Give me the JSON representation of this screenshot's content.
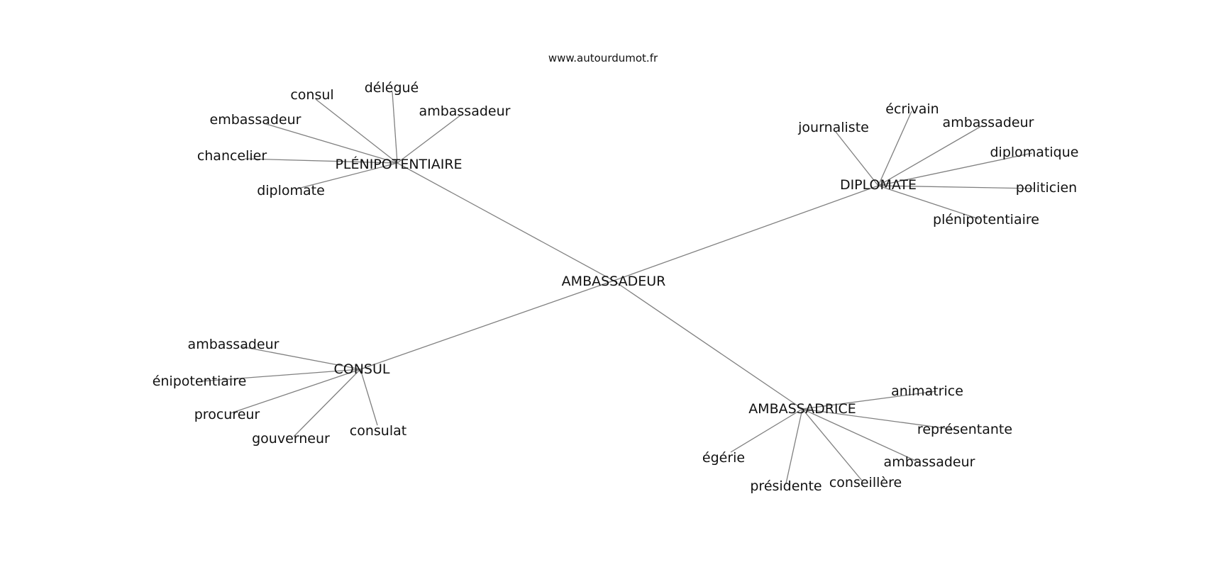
{
  "source": "www.autourdumot.fr",
  "center": "AMBASSADEUR",
  "clusters": [
    {
      "hub": "PLÉNIPOTENTIAIRE",
      "words": [
        "consul",
        "délégué",
        "ambassadeur",
        "embassadeur",
        "chancelier",
        "diplomate"
      ]
    },
    {
      "hub": "DIPLOMATE",
      "words": [
        "journaliste",
        "écrivain",
        "ambassadeur",
        "diplomatique",
        "politicien",
        "plénipotentiaire"
      ]
    },
    {
      "hub": "CONSUL",
      "words": [
        "ambassadeur",
        "énipotentiaire",
        "procureur",
        "gouverneur",
        "consulat"
      ]
    },
    {
      "hub": "AMBASSADRICE",
      "words": [
        "animatrice",
        "représentante",
        "ambassadeur",
        "conseillère",
        "présidente",
        "égérie"
      ]
    }
  ]
}
